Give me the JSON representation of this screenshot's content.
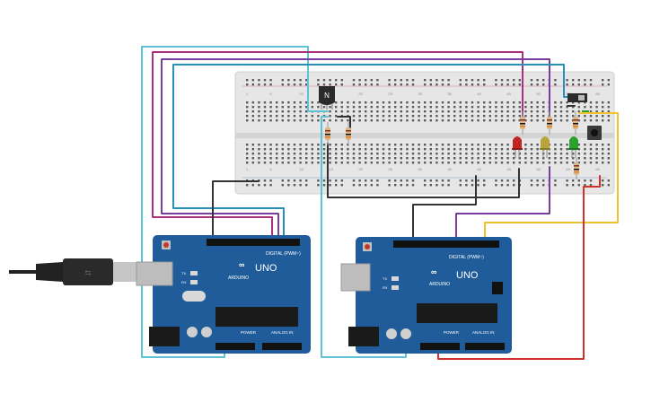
{
  "components": {
    "transistor": {
      "label": "N"
    },
    "arduino_left": {
      "model": "UNO",
      "brand": "ARDUINO",
      "digital_header": "DIGITAL (PWM~)",
      "power_label": "POWER",
      "analog_label": "ANALOG IN",
      "tx_label": "TX",
      "rx_label": "RX"
    },
    "arduino_right": {
      "model": "UNO",
      "brand": "ARDUINO",
      "digital_header": "DIGITAL (PWM~)",
      "power_label": "POWER",
      "analog_label": "ANALOG IN",
      "tx_label": "TX",
      "rx_label": "RX"
    },
    "breadboard": {
      "column_numbers": [
        "1",
        "5",
        "10",
        "15",
        "20",
        "25",
        "30",
        "35",
        "40",
        "45",
        "50",
        "55",
        "60"
      ]
    }
  },
  "colors": {
    "board_blue": "#1f5c99",
    "breadboard": "#e6e6e6",
    "wire_cyan": "#5ec2d6",
    "wire_magenta": "#a8327e",
    "wire_purple": "#7a3c9e",
    "wire_blue": "#2a8fb8",
    "wire_black": "#333333",
    "wire_yellow": "#f2c12e",
    "wire_red": "#d0312d",
    "led_red": "#c0261f",
    "led_yellow": "#b8a33c",
    "led_green": "#2ca02c"
  }
}
